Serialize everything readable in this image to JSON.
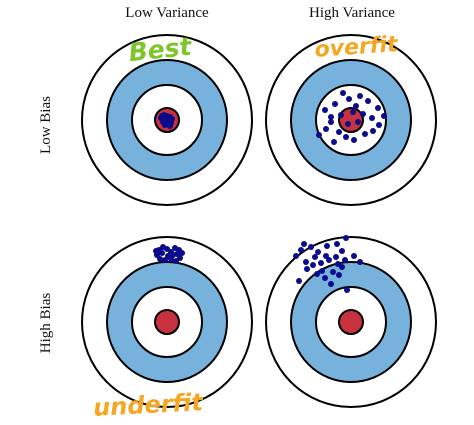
{
  "columns": {
    "low_variance": "Low Variance",
    "high_variance": "High Variance"
  },
  "rows": {
    "low_bias": "Low Bias",
    "high_bias": "High Bias"
  },
  "annotations": {
    "best": "Best",
    "overfit": "overfit",
    "underfit": "underfit"
  },
  "colors": {
    "ring_blue": "#77b2dd",
    "bullseye_red": "#c8323e",
    "dot_navy": "#0b0b8c",
    "best_green": "#7ec62b",
    "annotation_orange": "#f5a623"
  },
  "chart_data": {
    "type": "scatter",
    "panels": [
      {
        "row": "low_bias",
        "column": "low_variance",
        "points": [
          [
            -6,
            -2
          ],
          [
            -3,
            -5
          ],
          [
            0,
            -4
          ],
          [
            3,
            -3
          ],
          [
            5,
            -1
          ],
          [
            -4,
            2
          ],
          [
            -1,
            1
          ],
          [
            2,
            2
          ],
          [
            4,
            3
          ],
          [
            -2,
            5
          ],
          [
            1,
            4
          ],
          [
            0,
            -1
          ],
          [
            -5,
            -4
          ],
          [
            3,
            6
          ]
        ]
      },
      {
        "row": "low_bias",
        "column": "high_variance",
        "points": [
          [
            -8,
            -27
          ],
          [
            -2,
            -21
          ],
          [
            5,
            -14
          ],
          [
            -16,
            -16
          ],
          [
            -26,
            -10
          ],
          [
            9,
            -24
          ],
          [
            17,
            -19
          ],
          [
            2,
            -8
          ],
          [
            -10,
            -5
          ],
          [
            -20,
            2
          ],
          [
            -25,
            9
          ],
          [
            -32,
            15
          ],
          [
            12,
            -6
          ],
          [
            21,
            -2
          ],
          [
            28,
            5
          ],
          [
            -12,
            12
          ],
          [
            -5,
            17
          ],
          [
            3,
            20
          ],
          [
            14,
            14
          ],
          [
            22,
            11
          ],
          [
            -17,
            22
          ],
          [
            7,
            2
          ],
          [
            -3,
            4
          ],
          [
            33,
            -4
          ],
          [
            27,
            -12
          ],
          [
            -20,
            -3
          ]
        ]
      },
      {
        "row": "high_bias",
        "column": "low_variance",
        "points": [
          [
            -8,
            -72
          ],
          [
            -4,
            -75
          ],
          [
            0,
            -73
          ],
          [
            4,
            -70
          ],
          [
            8,
            -74
          ],
          [
            12,
            -72
          ],
          [
            -10,
            -67
          ],
          [
            -5,
            -69
          ],
          [
            1,
            -66
          ],
          [
            6,
            -67
          ],
          [
            10,
            -68
          ],
          [
            -2,
            -62
          ],
          [
            4,
            -63
          ],
          [
            9,
            -61
          ],
          [
            -7,
            -63
          ],
          [
            13,
            -64
          ],
          [
            -11,
            -71
          ],
          [
            15,
            -69
          ]
        ]
      },
      {
        "row": "high_bias",
        "column": "high_variance",
        "points": [
          [
            -5,
            -84
          ],
          [
            -14,
            -78
          ],
          [
            -24,
            -76
          ],
          [
            -33,
            -70
          ],
          [
            -50,
            -72
          ],
          [
            -55,
            -66
          ],
          [
            -45,
            -60
          ],
          [
            -38,
            -57
          ],
          [
            -30,
            -59
          ],
          [
            -22,
            -62
          ],
          [
            -15,
            -65
          ],
          [
            -9,
            -71
          ],
          [
            -29,
            -51
          ],
          [
            -18,
            -50
          ],
          [
            -9,
            -55
          ],
          [
            -36,
            -65
          ],
          [
            -40,
            -75
          ],
          [
            -25,
            -66
          ],
          [
            -6,
            -62
          ],
          [
            -12,
            -47
          ],
          [
            -26,
            -44
          ],
          [
            -34,
            -48
          ],
          [
            -44,
            -53
          ],
          [
            -52,
            -41
          ],
          [
            -20,
            -38
          ],
          [
            3,
            -66
          ],
          [
            9,
            -60
          ],
          [
            -47,
            -78
          ],
          [
            -4,
            -32
          ],
          [
            -13,
            -58
          ]
        ]
      }
    ]
  }
}
